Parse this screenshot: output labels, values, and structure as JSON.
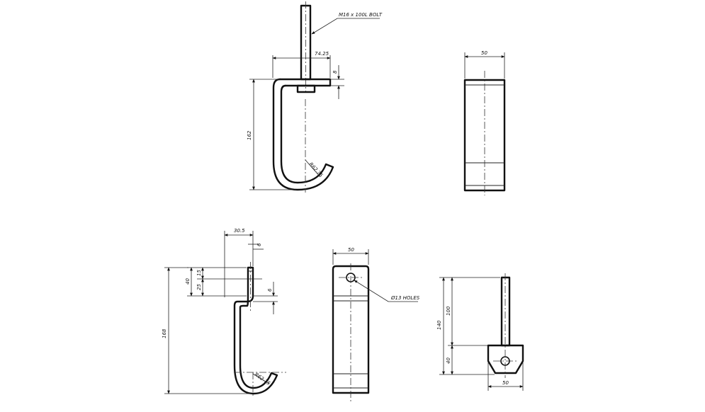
{
  "views": {
    "side_view_bolt": {
      "bolt_callout": "M16 x 100L BOLT",
      "dim_plate_width": "74.25",
      "dim_plate_thickness": "8",
      "dim_overall_height": "162",
      "dim_radius": "R62.75"
    },
    "front_view_bolt": {
      "dim_width": "50"
    },
    "side_view_plate": {
      "dim_top_width": "30.5",
      "dim_tab_thickness": "6",
      "dim_upper_15": "15",
      "dim_upper_25": "25",
      "dim_upper_40": "40",
      "dim_side_6": "6",
      "dim_overall_height": "168",
      "dim_radius": "R62.75"
    },
    "front_view_plate": {
      "dim_width": "50",
      "hole_callout": "Ø13 HOLES"
    },
    "end_view_plate": {
      "dim_upper": "100",
      "dim_overall": "140",
      "dim_lower": "40",
      "dim_width": "50"
    }
  }
}
